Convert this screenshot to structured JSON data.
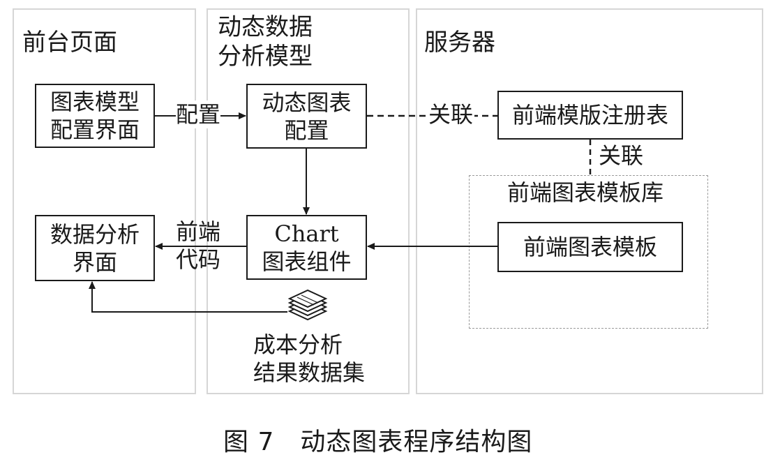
{
  "lanes": {
    "frontend": "前台页面",
    "model": "动态数据\n分析模型",
    "server": "服务器"
  },
  "boxes": {
    "chart_model_config": "图表模型\n配置界面",
    "dynamic_chart_config": "动态图表\n配置",
    "frontend_template_registry": "前端模版注册表",
    "data_analysis_ui": "数据分析\n界面",
    "chart_component": "Chart\n图表组件",
    "frontend_chart_template": "前端图表模板"
  },
  "library_title": "前端图表模板库",
  "edge_labels": {
    "configure": "配置",
    "associate_1": "关联",
    "associate_2": "关联",
    "frontend_code": "前端\n代码",
    "dataset": "成本分析\n结果数据集"
  },
  "caption": "图 7　动态图表程序结构图"
}
